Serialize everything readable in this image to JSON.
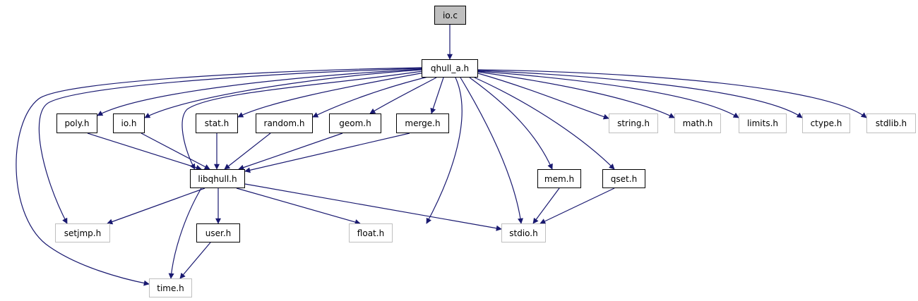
{
  "colors": {
    "edge": "#191970",
    "root_fill": "#bfbfbf",
    "documented_border": "#000000",
    "external_border": "#bfbfbf"
  },
  "nodes": [
    {
      "id": "io_c",
      "label": "io.c",
      "style": "root"
    },
    {
      "id": "qhull_a_h",
      "label": "qhull_a.h",
      "style": "doc"
    },
    {
      "id": "poly_h",
      "label": "poly.h",
      "style": "doc"
    },
    {
      "id": "io_h",
      "label": "io.h",
      "style": "doc"
    },
    {
      "id": "stat_h",
      "label": "stat.h",
      "style": "doc"
    },
    {
      "id": "random_h",
      "label": "random.h",
      "style": "doc"
    },
    {
      "id": "geom_h",
      "label": "geom.h",
      "style": "doc"
    },
    {
      "id": "merge_h",
      "label": "merge.h",
      "style": "doc"
    },
    {
      "id": "string_h",
      "label": "string.h",
      "style": "ext"
    },
    {
      "id": "math_h",
      "label": "math.h",
      "style": "ext"
    },
    {
      "id": "limits_h",
      "label": "limits.h",
      "style": "ext"
    },
    {
      "id": "ctype_h",
      "label": "ctype.h",
      "style": "ext"
    },
    {
      "id": "stdlib_h",
      "label": "stdlib.h",
      "style": "ext"
    },
    {
      "id": "libqhull_h",
      "label": "libqhull.h",
      "style": "doc"
    },
    {
      "id": "mem_h",
      "label": "mem.h",
      "style": "doc"
    },
    {
      "id": "qset_h",
      "label": "qset.h",
      "style": "doc"
    },
    {
      "id": "setjmp_h",
      "label": "setjmp.h",
      "style": "ext"
    },
    {
      "id": "user_h",
      "label": "user.h",
      "style": "doc"
    },
    {
      "id": "float_h",
      "label": "float.h",
      "style": "ext"
    },
    {
      "id": "stdio_h",
      "label": "stdio.h",
      "style": "ext"
    },
    {
      "id": "time_h",
      "label": "time.h",
      "style": "ext"
    }
  ],
  "edges": [
    {
      "from": "io_c",
      "to": "qhull_a_h"
    },
    {
      "from": "qhull_a_h",
      "to": "poly_h"
    },
    {
      "from": "qhull_a_h",
      "to": "io_h"
    },
    {
      "from": "qhull_a_h",
      "to": "libqhull_h"
    },
    {
      "from": "qhull_a_h",
      "to": "stat_h"
    },
    {
      "from": "qhull_a_h",
      "to": "random_h"
    },
    {
      "from": "qhull_a_h",
      "to": "geom_h"
    },
    {
      "from": "qhull_a_h",
      "to": "merge_h"
    },
    {
      "from": "qhull_a_h",
      "to": "setjmp_h"
    },
    {
      "from": "qhull_a_h",
      "to": "time_h"
    },
    {
      "from": "qhull_a_h",
      "to": "float_h"
    },
    {
      "from": "qhull_a_h",
      "to": "stdio_h"
    },
    {
      "from": "qhull_a_h",
      "to": "mem_h"
    },
    {
      "from": "qhull_a_h",
      "to": "qset_h"
    },
    {
      "from": "qhull_a_h",
      "to": "string_h"
    },
    {
      "from": "qhull_a_h",
      "to": "math_h"
    },
    {
      "from": "qhull_a_h",
      "to": "limits_h"
    },
    {
      "from": "qhull_a_h",
      "to": "ctype_h"
    },
    {
      "from": "qhull_a_h",
      "to": "stdlib_h"
    },
    {
      "from": "poly_h",
      "to": "libqhull_h"
    },
    {
      "from": "io_h",
      "to": "libqhull_h"
    },
    {
      "from": "stat_h",
      "to": "libqhull_h"
    },
    {
      "from": "random_h",
      "to": "libqhull_h"
    },
    {
      "from": "geom_h",
      "to": "libqhull_h"
    },
    {
      "from": "merge_h",
      "to": "libqhull_h"
    },
    {
      "from": "libqhull_h",
      "to": "setjmp_h"
    },
    {
      "from": "libqhull_h",
      "to": "user_h"
    },
    {
      "from": "libqhull_h",
      "to": "time_h"
    },
    {
      "from": "libqhull_h",
      "to": "float_h"
    },
    {
      "from": "libqhull_h",
      "to": "stdio_h"
    },
    {
      "from": "user_h",
      "to": "time_h"
    },
    {
      "from": "mem_h",
      "to": "stdio_h"
    },
    {
      "from": "qset_h",
      "to": "stdio_h"
    }
  ]
}
